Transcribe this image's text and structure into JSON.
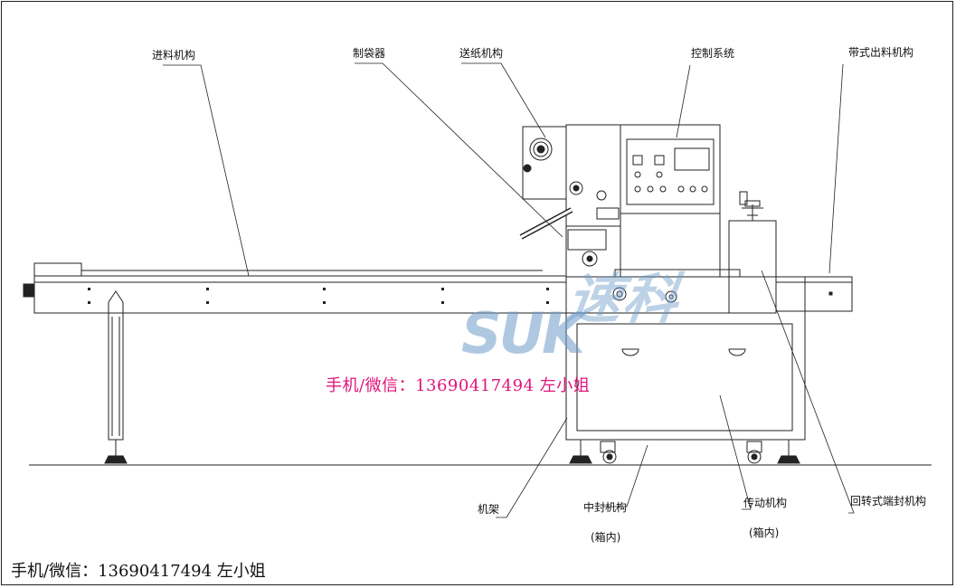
{
  "labels": {
    "feed": "进料机构",
    "bag_former": "制袋器",
    "film_feed": "送纸机构",
    "control": "控制系统",
    "belt_out": "带式出料机构",
    "frame": "机架",
    "middle_seal": "中封机构",
    "middle_seal_note": "(箱内)",
    "drive": "传动机构",
    "drive_note": "(箱内)",
    "end_seal": "回转式端封机构"
  },
  "contact_overlay": "手机/微信：13690417494   左小姐",
  "contact_footer": "手机/微信：13690417494  左小姐",
  "watermark": {
    "latin": "SUK",
    "cjk": "速科"
  },
  "colors": {
    "line": "#222222",
    "contact": "#e0147a",
    "watermark": "#6f9cc9"
  }
}
